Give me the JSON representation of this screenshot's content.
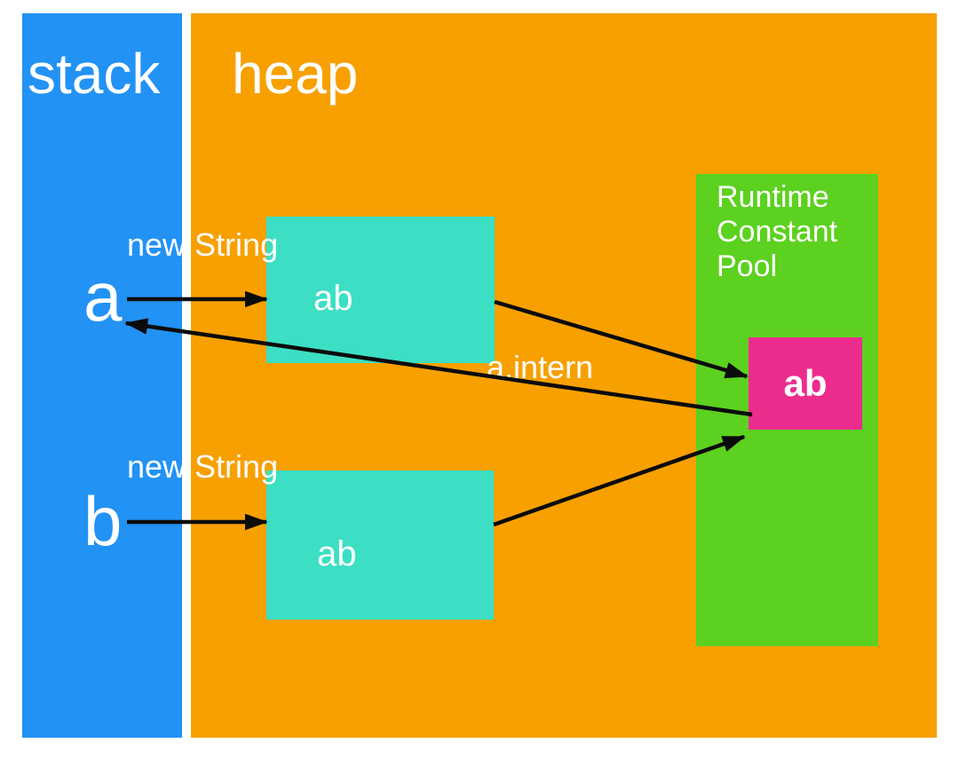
{
  "regions": {
    "stack": {
      "label": "stack",
      "color": "#2292f4"
    },
    "heap": {
      "label": "heap",
      "color": "#f7a000"
    }
  },
  "stack_vars": [
    {
      "name": "a"
    },
    {
      "name": "b"
    }
  ],
  "heap_objects": [
    {
      "value": "ab",
      "color": "#3cdfc3"
    },
    {
      "value": "ab",
      "color": "#3cdfc3"
    }
  ],
  "constant_pool": {
    "label": "Runtime Constant Pool",
    "color": "#5cd11f",
    "entry": {
      "value": "ab",
      "color": "#ec2c8d"
    }
  },
  "edge_labels": {
    "new_string_a": "new String",
    "new_string_b": "new String",
    "intern": "a.intern"
  },
  "arrow_color": "#0b0b0b",
  "text_color": "#ffffff"
}
